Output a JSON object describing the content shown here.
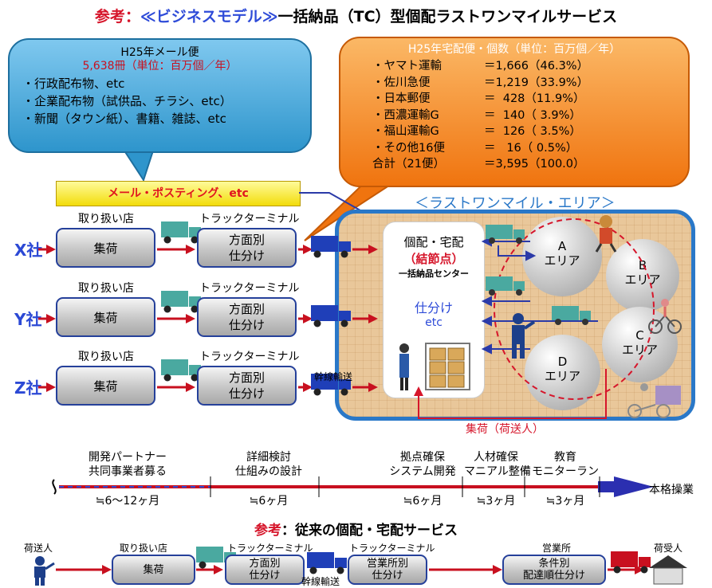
{
  "header": {
    "prefix": "参考：",
    "model": "≪ビジネスモデル≫",
    "title_rest": "一括納品（TC）型個配ラストワンマイルサービス"
  },
  "mail_bubble": {
    "heading": "H25年メール便",
    "amount": "5,638冊（単位：百万個／年）",
    "items": [
      "・行政配布物、etc",
      "・企業配布物（試供品、チラシ、etc）",
      "・新聞（タウン紙）、書籍、雑誌、etc"
    ]
  },
  "parcel_bubble": {
    "heading": "H25年宅配便・個数（単位：百万個／年）",
    "rows": [
      {
        "name": "・ヤマト運輸",
        "value": "＝1,666（46.3%）"
      },
      {
        "name": "・佐川急便",
        "value": "＝1,219（33.9%）"
      },
      {
        "name": "・日本郵便",
        "value": "＝  428（11.9%）"
      },
      {
        "name": "・西濃運輸G",
        "value": "＝  140（ 3.9%）"
      },
      {
        "name": "・福山運輸G",
        "value": "＝  126（ 3.5%）"
      },
      {
        "name": "・その他16便",
        "value": "＝   16（ 0.5%）"
      },
      {
        "name": "合計（21便）",
        "value": "＝3,595（100.0）"
      }
    ]
  },
  "mail_banner": "メール・ポスティング、etc",
  "area_title": "＜ラストワンマイル・エリア＞",
  "companies": [
    {
      "name": "X社",
      "store_label": "取り扱い店",
      "collect": "集荷",
      "terminal_label": "トラックターミナル",
      "sort": "方面別\n仕分け"
    },
    {
      "name": "Y社",
      "store_label": "取り扱い店",
      "collect": "集荷",
      "terminal_label": "トラックターミナル",
      "sort": "方面別\n仕分け"
    },
    {
      "name": "Z社",
      "store_label": "取り扱い店",
      "collect": "集荷",
      "terminal_label": "トラックターミナル",
      "sort": "方面別\n仕分け"
    }
  ],
  "trunk_label": "幹線輸送",
  "center": {
    "title": "個配・宅配",
    "node": "（結節点）",
    "sub": "一括納品センター",
    "sort": "仕分け",
    "etc": "etc"
  },
  "areas": {
    "a": "A\nエリア",
    "b": "B\nエリア",
    "c": "C\nエリア",
    "d": "D\nエリア"
  },
  "pickup_label": "集荷（荷送人）",
  "timeline": [
    {
      "label": "開発パートナー\n共同事業者募る",
      "duration": "≒6～12ヶ月"
    },
    {
      "label": "詳細検討\n仕組みの設計",
      "duration": "≒6ヶ月"
    },
    {
      "label": "拠点確保\nシステム開発",
      "duration": "≒6ヶ月"
    },
    {
      "label": "人材確保\nマニアル整備",
      "duration": "≒3ヶ月"
    },
    {
      "label": "教育\nモニターラン",
      "duration": "≒3ヶ月"
    }
  ],
  "timeline_end": "本格操業",
  "conventional": {
    "prefix": "参考",
    "title": "：従来の個配・宅配サービス",
    "sender": "荷送人",
    "store_label": "取り扱い店",
    "collect": "集荷",
    "terminal1_label": "トラックターミナル",
    "sort1": "方面別\n仕分け",
    "trunk": "幹線輸送",
    "terminal2_label": "トラックターミナル",
    "sort2": "営業所別\n仕分け",
    "office_label": "営業所",
    "sort3": "条件別\n配達順仕分け",
    "receiver": "荷受人"
  },
  "colors": {
    "red": "#d6162b",
    "blue": "#2e4bd8",
    "frame": "#2a78c8",
    "arrow": "#c8101f"
  }
}
